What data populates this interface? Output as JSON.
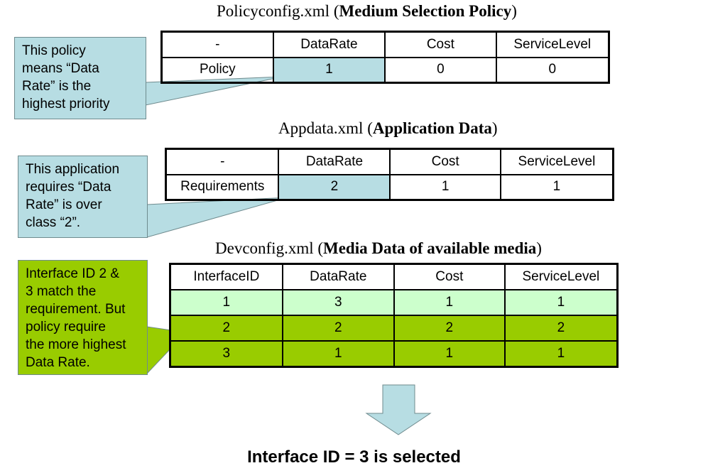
{
  "policy": {
    "title_prefix": "Policyconfig.xml (",
    "title_bold": "Medium Selection Policy",
    "title_suffix": ")",
    "header": [
      "-",
      "DataRate",
      "Cost",
      "ServiceLevel"
    ],
    "row": [
      "Policy",
      "1",
      "0",
      "0"
    ],
    "callout": "This policy\nmeans “Data\nRate” is the\nhighest priority"
  },
  "appdata": {
    "title_prefix": "Appdata.xml (",
    "title_bold": "Application Data",
    "title_suffix": ")",
    "header": [
      "-",
      "DataRate",
      "Cost",
      "ServiceLevel"
    ],
    "row": [
      "Requirements",
      "2",
      "1",
      "1"
    ],
    "callout": "This application\nrequires “Data\nRate” is over\nclass “2”."
  },
  "devconfig": {
    "title_prefix": "Devconfig.xml (",
    "title_bold": "Media Data of available media",
    "title_suffix": ")",
    "header": [
      "InterfaceID",
      "DataRate",
      "Cost",
      "ServiceLevel"
    ],
    "rows": [
      [
        "1",
        "3",
        "1",
        "1"
      ],
      [
        "2",
        "2",
        "2",
        "2"
      ],
      [
        "3",
        "1",
        "1",
        "1"
      ]
    ],
    "callout": "Interface ID 2 &\n3 match the\nrequirement. But\npolicy require\nthe more highest\nData Rate."
  },
  "colors": {
    "highlight_cyan": "#b7dde3",
    "row_light_green": "#ccffcc",
    "row_olive_green": "#99cc00",
    "callout_cyan": "#b7dde3",
    "callout_green": "#99cc00",
    "arrow": "#b7dde3"
  },
  "result": "Interface ID = 3 is selected"
}
